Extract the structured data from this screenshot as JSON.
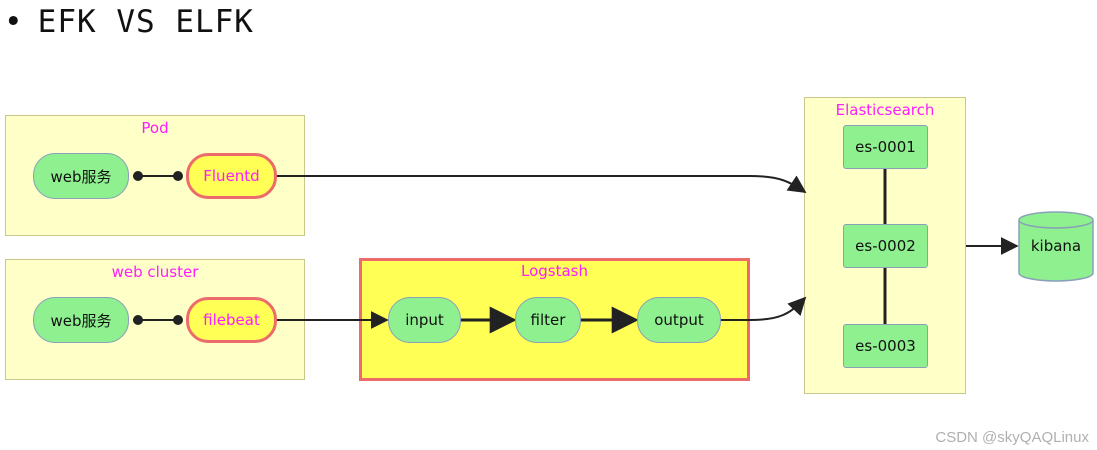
{
  "title": "EFK VS ELFK",
  "pod": {
    "label": "Pod",
    "web_service": "web服务",
    "agent": "Fluentd"
  },
  "web_cluster": {
    "label": "web cluster",
    "web_service": "web服务",
    "agent": "filebeat"
  },
  "logstash": {
    "label": "Logstash",
    "stages": [
      "input",
      "filter",
      "output"
    ]
  },
  "elasticsearch": {
    "label": "Elasticsearch",
    "nodes": [
      "es-0001",
      "es-0002",
      "es-0003"
    ]
  },
  "kibana": "kibana",
  "watermark": "CSDN @skyQAQLinux",
  "colors": {
    "node_fill": "#8ef08e",
    "highlight_fill": "#ffff55",
    "container_fill": "#ffffc8",
    "highlight_border": "#ee6b6b",
    "label_color": "#ff1cff"
  }
}
